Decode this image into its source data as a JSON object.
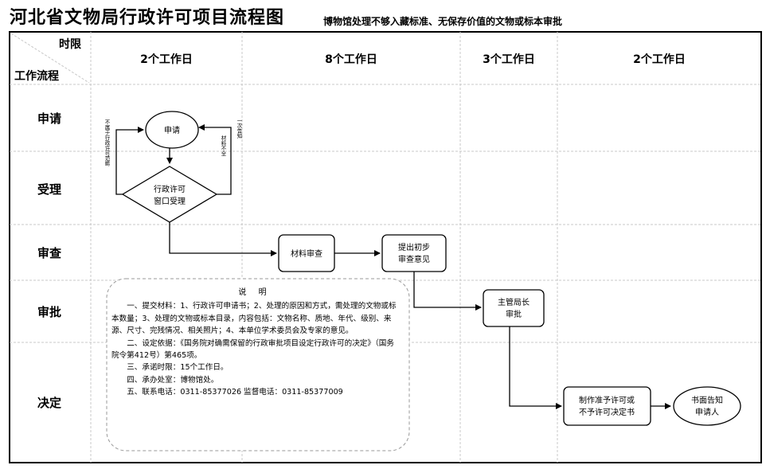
{
  "title": "河北省文物局行政许可项目流程图",
  "subtitle": "博物馆处理不够入藏标准、无保存价值的文物或标本审批",
  "header": {
    "time_label": "时限",
    "flow_label": "工作流程",
    "columns": [
      "2个工作日",
      "8个工作日",
      "3个工作日",
      "2个工作日"
    ]
  },
  "rows": [
    "申请",
    "受理",
    "审查",
    "审批",
    "决定"
  ],
  "nodes": {
    "apply": "申请",
    "accept_line1": "行政许可",
    "accept_line2": "窗口受理",
    "material_review": "材料审查",
    "opinion_line1": "提出初步",
    "opinion_line2": "审查意见",
    "director_line1": "主管局长",
    "director_line2": "审批",
    "decision_line1": "制作准予许可或",
    "decision_line2": "不予许可决定书",
    "notify_line1": "书面告知",
    "notify_line2": "申请人"
  },
  "side_notes": {
    "left": "不属于行政许可范畴",
    "right_outer": "一次告知",
    "right_inner": "材料不全"
  },
  "notes": {
    "title": "说 明",
    "lines": [
      "一、提交材料：1、行政许可申请书；2、处理的原因和方式，需处理的文物或标本数量；3、处理的文物或标本目录，内容包括：文物名称、质地、年代、级别、来源、尺寸、完残情况、相关照片；4、本单位学术委员会及专家的意见。",
      "二、设定依据：《国务院对确需保留的行政审批项目设定行政许可的决定》（国务院令第412号）第465项。",
      "三、承诺时限：15个工作日。",
      "四、承办处室：博物馆处。",
      "五、联系电话：0311-85377026    监督电话：0311-85377009"
    ]
  }
}
